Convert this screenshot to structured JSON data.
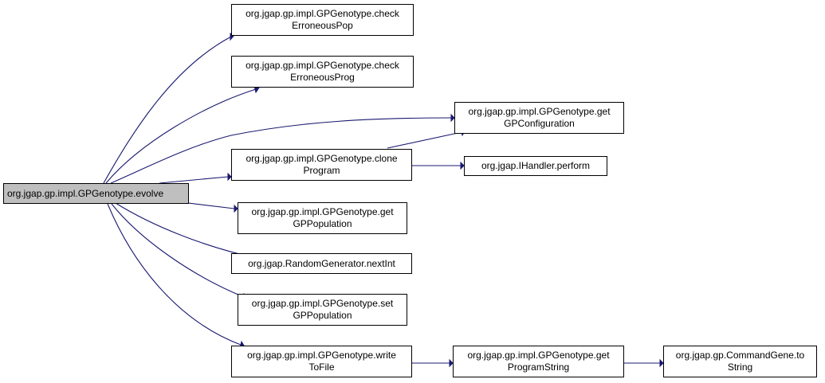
{
  "nodes": {
    "evolve": {
      "lines": [
        "org.jgap.gp.impl.GPGenotype.evolve"
      ]
    },
    "check_pop": {
      "lines": [
        "org.jgap.gp.impl.GPGenotype.check",
        "ErroneousPop"
      ]
    },
    "check_prog": {
      "lines": [
        "org.jgap.gp.impl.GPGenotype.check",
        "ErroneousProg"
      ]
    },
    "get_gpconfig": {
      "lines": [
        "org.jgap.gp.impl.GPGenotype.get",
        "GPConfiguration"
      ]
    },
    "clone_program": {
      "lines": [
        "org.jgap.gp.impl.GPGenotype.clone",
        "Program"
      ]
    },
    "ihandler_perform": {
      "lines": [
        "org.jgap.IHandler.perform"
      ]
    },
    "get_gppop": {
      "lines": [
        "org.jgap.gp.impl.GPGenotype.get",
        "GPPopulation"
      ]
    },
    "next_int": {
      "lines": [
        "org.jgap.RandomGenerator.nextInt"
      ]
    },
    "set_gppop": {
      "lines": [
        "org.jgap.gp.impl.GPGenotype.set",
        "GPPopulation"
      ]
    },
    "write_to_file": {
      "lines": [
        "org.jgap.gp.impl.GPGenotype.write",
        "ToFile"
      ]
    },
    "get_program_string": {
      "lines": [
        "org.jgap.gp.impl.GPGenotype.get",
        "ProgramString"
      ]
    },
    "command_gene_to_string": {
      "lines": [
        "org.jgap.gp.CommandGene.to",
        "String"
      ]
    }
  },
  "edges": [
    [
      "evolve",
      "check_pop"
    ],
    [
      "evolve",
      "check_prog"
    ],
    [
      "evolve",
      "get_gpconfig"
    ],
    [
      "evolve",
      "clone_program"
    ],
    [
      "evolve",
      "get_gppop"
    ],
    [
      "evolve",
      "next_int"
    ],
    [
      "evolve",
      "set_gppop"
    ],
    [
      "evolve",
      "write_to_file"
    ],
    [
      "clone_program",
      "get_gpconfig"
    ],
    [
      "clone_program",
      "ihandler_perform"
    ],
    [
      "write_to_file",
      "get_program_string"
    ],
    [
      "get_program_string",
      "command_gene_to_string"
    ]
  ],
  "colors": {
    "edge": "#191970",
    "root_fill": "#bfbfbf",
    "node_fill": "#ffffff",
    "border": "#000000"
  }
}
